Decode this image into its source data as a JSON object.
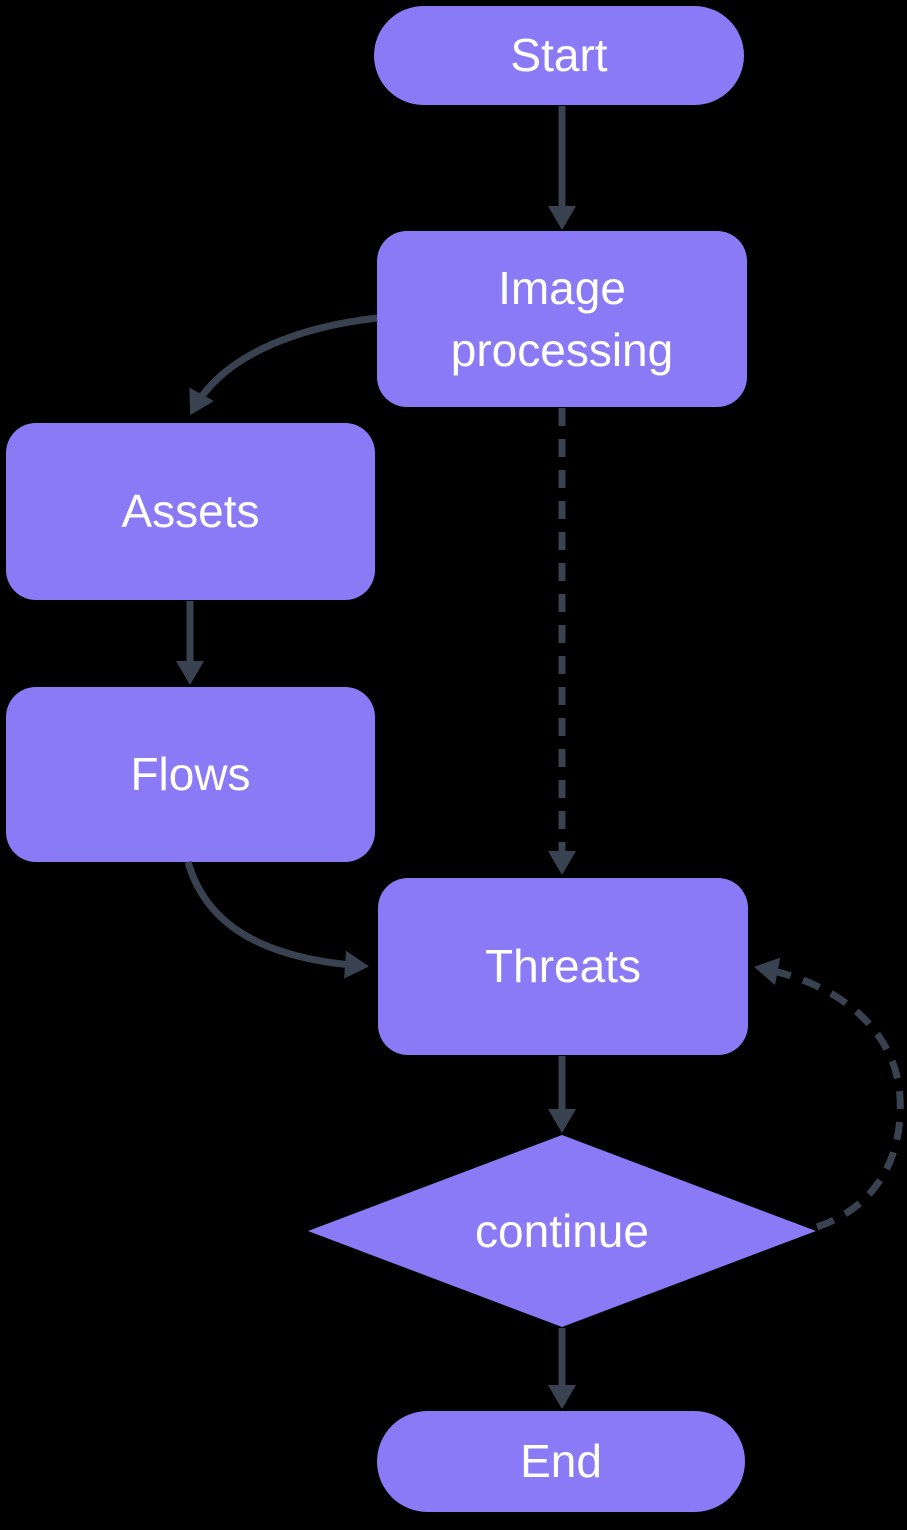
{
  "flowchart": {
    "colors": {
      "background": "#000000",
      "node_fill": "#8B7AF5",
      "node_text": "#FFFFFF",
      "edge": "#394251"
    },
    "nodes": [
      {
        "id": "start",
        "shape": "stadium",
        "label": "Start"
      },
      {
        "id": "image-processing",
        "shape": "rounded-rect",
        "label": "Image processing",
        "lines": [
          "Image",
          "processing"
        ]
      },
      {
        "id": "assets",
        "shape": "rounded-rect",
        "label": "Assets"
      },
      {
        "id": "flows",
        "shape": "rounded-rect",
        "label": "Flows"
      },
      {
        "id": "threats",
        "shape": "rounded-rect",
        "label": "Threats"
      },
      {
        "id": "continue",
        "shape": "diamond",
        "label": "continue"
      },
      {
        "id": "end",
        "shape": "stadium",
        "label": "End"
      }
    ],
    "edges": [
      {
        "from": "start",
        "to": "image-processing",
        "style": "solid"
      },
      {
        "from": "image-processing",
        "to": "assets",
        "style": "solid"
      },
      {
        "from": "assets",
        "to": "flows",
        "style": "solid"
      },
      {
        "from": "flows",
        "to": "threats",
        "style": "solid"
      },
      {
        "from": "image-processing",
        "to": "threats",
        "style": "dashed"
      },
      {
        "from": "threats",
        "to": "continue",
        "style": "solid"
      },
      {
        "from": "continue",
        "to": "threats",
        "style": "dashed-loop"
      },
      {
        "from": "continue",
        "to": "end",
        "style": "solid"
      }
    ]
  }
}
